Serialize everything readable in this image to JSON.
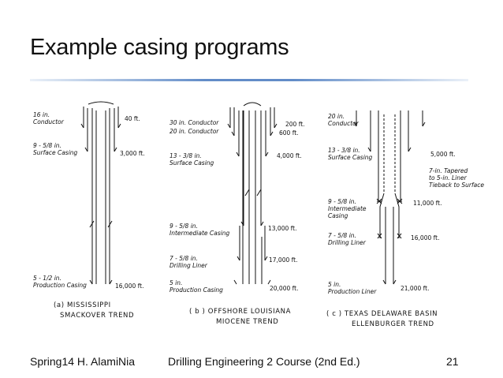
{
  "slide": {
    "title": "Example casing programs",
    "footer_left": "Spring14 H. AlamiNia",
    "footer_center": "Drilling Engineering 2 Course (2nd Ed.)",
    "page_number": "21"
  },
  "figure": {
    "a": {
      "labels": [
        "16 in.",
        "Conductor",
        "9 - 5/8 in.",
        "Surface Casing",
        "5 - 1/2 in.",
        "Production Casing"
      ],
      "depths": [
        "40 ft.",
        "3,000 ft.",
        "16,000 ft."
      ],
      "caption_line1": "(a) MISSISSIPPI",
      "caption_line2": "SMACKOVER TREND"
    },
    "b": {
      "labels": [
        "30 in. Conductor",
        "20 in. Conductor",
        "13 - 3/8 in.",
        "Surface Casing",
        "9 - 5/8 in.",
        "Intermediate Casing",
        "7 - 5/8 in.",
        "Drilling Liner",
        "5 in.",
        "Production Casing"
      ],
      "depths": [
        "200 ft.",
        "600 ft.",
        "4,000 ft.",
        "13,000 ft.",
        "17,000 ft.",
        "20,000 ft."
      ],
      "caption_line1": "( b ) OFFSHORE LOUISIANA",
      "caption_line2": "MIOCENE TREND"
    },
    "c": {
      "labels": [
        "20 in.",
        "Conductor",
        "13 - 3/8 in.",
        "Surface Casing",
        "9 - 5/8 in.",
        "Intermediate",
        "Casing",
        "7 - 5/8 in.",
        "Drilling Liner",
        "5 in.",
        "Production Liner"
      ],
      "depths": [
        "5,000 ft.",
        "11,000 ft.",
        "16,000 ft.",
        "21,000 ft."
      ],
      "tieback": [
        "7-in. Tapered",
        "to 5-in. Liner",
        "Tieback to Surface"
      ],
      "caption_line1": "( c ) TEXAS DELAWARE BASIN",
      "caption_line2": "ELLENBURGER TREND"
    }
  }
}
